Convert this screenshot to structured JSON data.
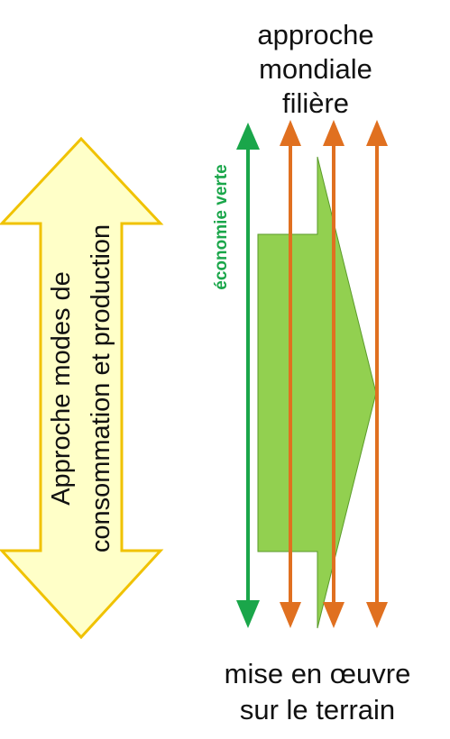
{
  "top_label": {
    "line1": "approche",
    "line2": "mondiale",
    "line3": "filière"
  },
  "bottom_label": {
    "line1": "mise en œuvre",
    "line2": "sur le terrain"
  },
  "left_arrow": {
    "line1": "Approche modes de",
    "line2": "consommation et production"
  },
  "green_arrow_label": "économie verte",
  "colors": {
    "yellow_fill": "#ffffc8",
    "yellow_stroke": "#f0c200",
    "green_arrow": "#1aa64a",
    "orange_arrows": "#e07020",
    "light_green_shape": "#92d050",
    "text": "#111111"
  }
}
